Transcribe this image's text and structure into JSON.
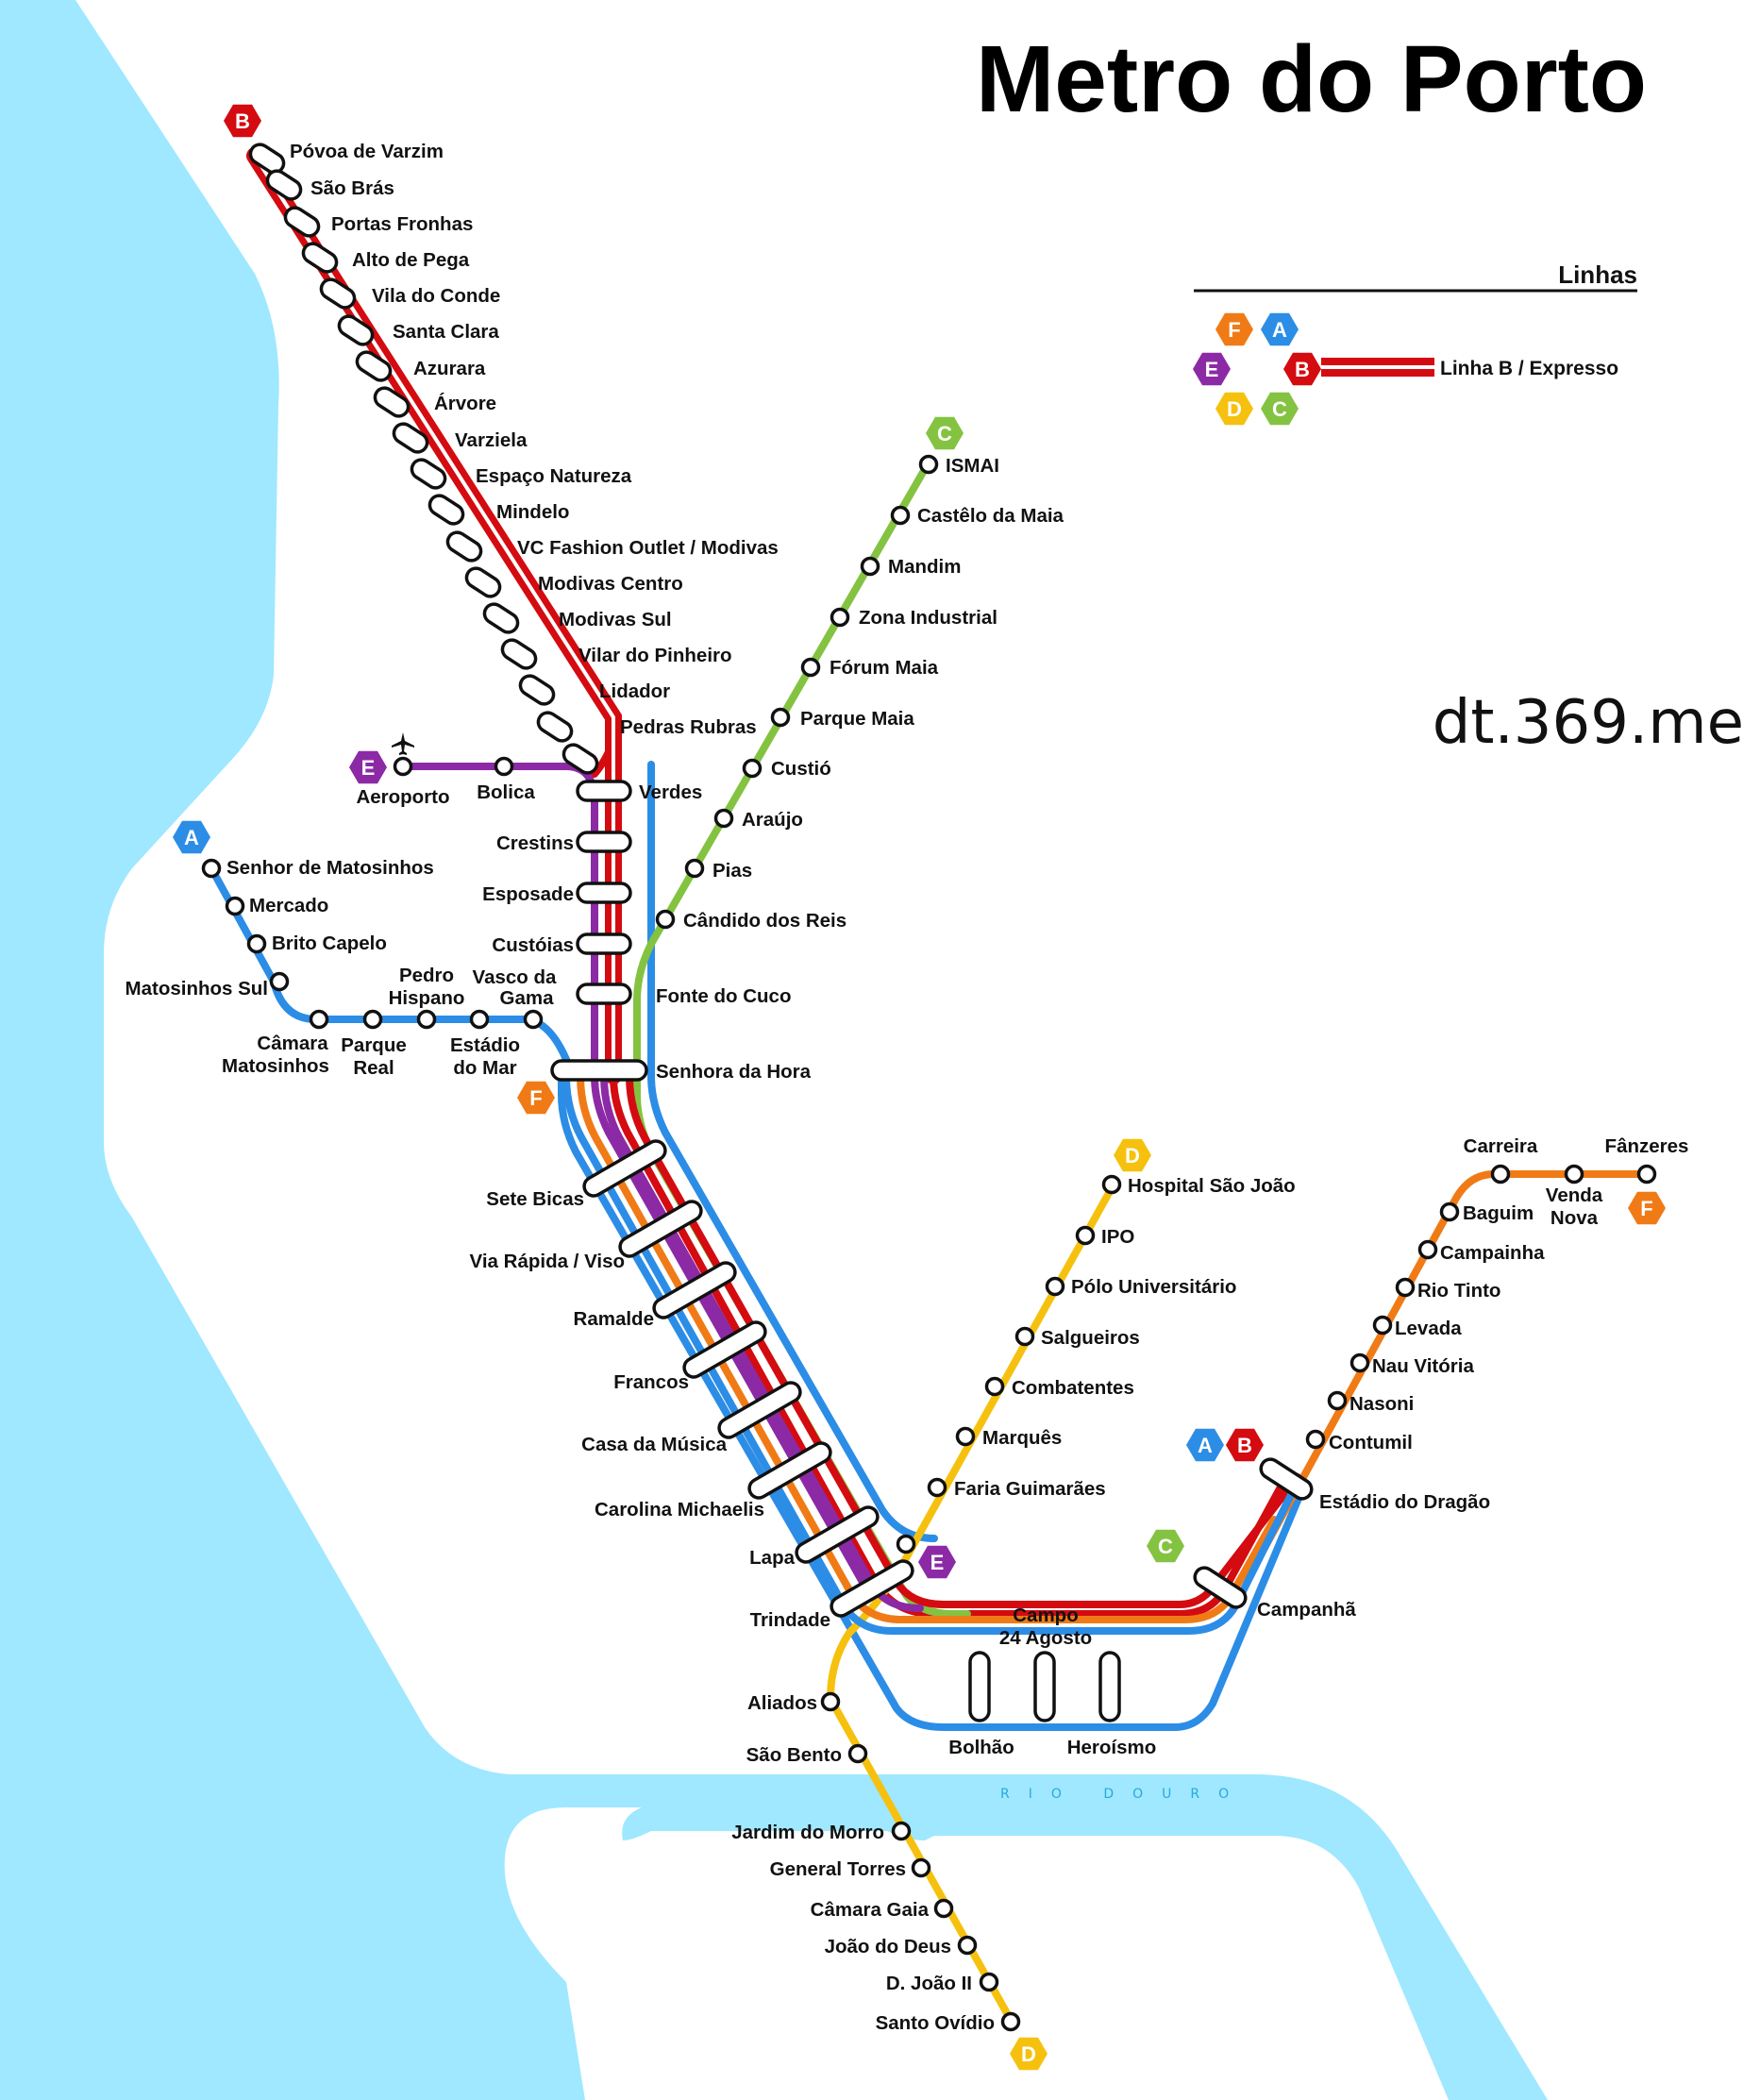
{
  "title": "Metro do Porto",
  "watermark": "dt.369.me",
  "river_label": "RIO DOURO",
  "colors": {
    "water": "#9fe8ff",
    "line_A": "#2c8de6",
    "line_B": "#d40b10",
    "line_C": "#84c341",
    "line_D": "#f6c10e",
    "line_E": "#8c2aa5",
    "line_F": "#f07b16"
  },
  "legend": {
    "heading": "Linhas",
    "badges": [
      "F",
      "A",
      "E",
      "B",
      "D",
      "C"
    ],
    "express_label": "Linha B / Expresso"
  },
  "lines": {
    "A": {
      "letter": "A"
    },
    "B": {
      "letter": "B"
    },
    "C": {
      "letter": "C"
    },
    "D": {
      "letter": "D"
    },
    "E": {
      "letter": "E"
    },
    "F": {
      "letter": "F"
    }
  },
  "stations": {
    "povoa_de_varzim": "Póvoa de Varzim",
    "sao_bras": "São Brás",
    "portas_fronhas": "Portas Fronhas",
    "alto_de_pega": "Alto de Pega",
    "vila_do_conde": "Vila do Conde",
    "santa_clara": "Santa Clara",
    "azurara": "Azurara",
    "arvore": "Árvore",
    "varziela": "Varziela",
    "espaco_natureza": "Espaço Natureza",
    "mindelo": "Mindelo",
    "vc_fashion_outlet": "VC Fashion Outlet / Modivas",
    "modivas_centro": "Modivas Centro",
    "modivas_sul": "Modivas Sul",
    "vilar_do_pinheiro": "Vilar do Pinheiro",
    "lidador": "Lidador",
    "pedras_rubras": "Pedras Rubras",
    "verdes": "Verdes",
    "crestins": "Crestins",
    "esposade": "Esposade",
    "custoias": "Custóias",
    "fonte_do_cuco": "Fonte do Cuco",
    "senhora_da_hora": "Senhora da Hora",
    "sete_bicas": "Sete Bicas",
    "via_rapida": "Via Rápida / Viso",
    "ramalde": "Ramalde",
    "francos": "Francos",
    "casa_da_musica": "Casa da Música",
    "carolina_michaelis": "Carolina Michaelis",
    "lapa": "Lapa",
    "trindade": "Trindade",
    "bolhao": "Bolhão",
    "campo_24_agosto_1": "Campo",
    "campo_24_agosto_2": "24 Agosto",
    "heroismo": "Heroísmo",
    "campanha": "Campanhã",
    "estadio_do_dragao": "Estádio do Dragão",
    "aeroporto": "Aeroporto",
    "bolica": "Bolica",
    "senhor_de_matosinhos": "Senhor de Matosinhos",
    "mercado": "Mercado",
    "brito_capelo": "Brito Capelo",
    "matosinhos_sul": "Matosinhos Sul",
    "camara_matosinhos_1": "Câmara",
    "camara_matosinhos_2": "Matosinhos",
    "parque_real_1": "Parque",
    "parque_real_2": "Real",
    "pedro_hispano_1": "Pedro",
    "pedro_hispano_2": "Hispano",
    "estadio_do_mar_1": "Estádio",
    "estadio_do_mar_2": "do Mar",
    "vasco_da_gama_1": "Vasco da",
    "vasco_da_gama_2": "Gama",
    "ismai": "ISMAI",
    "castelo_da_maia": "Castêlo da Maia",
    "mandim": "Mandim",
    "zona_industrial": "Zona Industrial",
    "forum_maia": "Fórum Maia",
    "parque_maia": "Parque Maia",
    "custio": "Custió",
    "araujo": "Araújo",
    "pias": "Pias",
    "candido_dos_reis": "Cândido dos Reis",
    "hospital_sao_joao": "Hospital São João",
    "ipo": "IPO",
    "polo_universitario": "Pólo Universitário",
    "salgueiros": "Salgueiros",
    "combatentes": "Combatentes",
    "marques": "Marquês",
    "faria_guimaraes": "Faria Guimarães",
    "aliados": "Aliados",
    "sao_bento": "São Bento",
    "jardim_do_morro": "Jardim do Morro",
    "general_torres": "General Torres",
    "camara_gaia": "Câmara Gaia",
    "joao_de_deus": "João do Deus",
    "d_joao_ii": "D. João II",
    "santo_ovidio": "Santo Ovídio",
    "carreira": "Carreira",
    "fanzeres": "Fânzeres",
    "baguim": "Baguim",
    "venda_nova_1": "Venda",
    "venda_nova_2": "Nova",
    "campainha": "Campainha",
    "rio_tinto": "Rio Tinto",
    "levada": "Levada",
    "nau_vitoria": "Nau Vitória",
    "nasoni": "Nasoni",
    "contumil": "Contumil"
  }
}
